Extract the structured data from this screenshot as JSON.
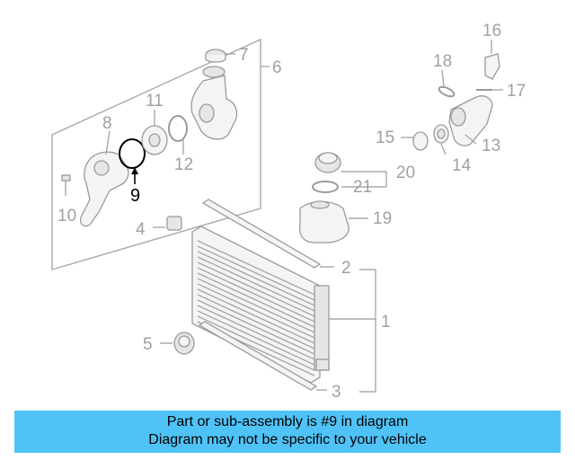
{
  "callouts": {
    "c1": "1",
    "c2": "2",
    "c3": "3",
    "c4": "4",
    "c5": "5",
    "c6": "6",
    "c7": "7",
    "c8": "8",
    "c9": "9",
    "c10": "10",
    "c11": "11",
    "c12": "12",
    "c13": "13",
    "c14": "14",
    "c15": "15",
    "c16": "16",
    "c17": "17",
    "c18": "18",
    "c19": "19",
    "c20": "20",
    "c21": "21"
  },
  "highlight_color": "#000000",
  "banner": {
    "line1": "Part or sub-assembly is #9 in diagram",
    "line2": "Diagram may not be specific to your vehicle",
    "background": "#4fc3f7"
  }
}
